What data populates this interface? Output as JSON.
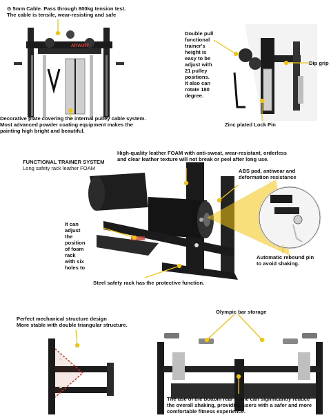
{
  "colors": {
    "callout_yellow": "#f2c40f",
    "steel_black": "#1b1b1b",
    "frame_red": "#c0392b",
    "plate_gray": "#cfcfcf"
  },
  "top": {
    "cable_note": [
      "⊙ 5mm Cable. Pass through 800kg tension test.",
      "The cable is tensile, wear-resisting and safe"
    ],
    "logo": "ATIVAFIT",
    "pulley_note": [
      "Double pull",
      "functional",
      "trainer's",
      "height is",
      "easy to be",
      "adjust with",
      "21 pulley",
      "positions.",
      "It also can",
      "rotate 180",
      "degree."
    ],
    "dip_grip": "Dip grip",
    "plate_note": [
      "Decorative plate covering the internal pulley cable system.",
      "Most advanced powder coating equipment makes the",
      "painting high bright and beautiful."
    ],
    "lock_pin": "Zinc plated Lock Pin"
  },
  "middle": {
    "system_title": "FUNCTIONAL TRAINER SYSTEM",
    "system_sub": "Long safety rack leather FOAM",
    "foam_note": [
      "High-quality leather FOAM with anti-sweat, wear-resistant, orderless",
      "and clear leather texture will not break or peel after long use."
    ],
    "abs_note": [
      "ABS pad, antiwear and",
      "deformation resistance"
    ],
    "adjust_note": [
      "It can",
      "adjust",
      "the",
      "position",
      "of foam",
      "rack",
      "with six",
      "holes to"
    ],
    "rebound_note": [
      "Automatic rebound pin",
      "to avoid shaking."
    ],
    "safety_note": "Steel safety rack has the protective function."
  },
  "bottom": {
    "structure_note": [
      "Perfect mechanical structure design",
      "More stable with double triangular structure."
    ],
    "olympic_note": "Olympic bar storage",
    "rear_note": [
      "The use of the bottom rear frame can significantly reduce",
      "the overall shaking, providing users with a safer and more",
      "comfortable fitness experience."
    ]
  }
}
